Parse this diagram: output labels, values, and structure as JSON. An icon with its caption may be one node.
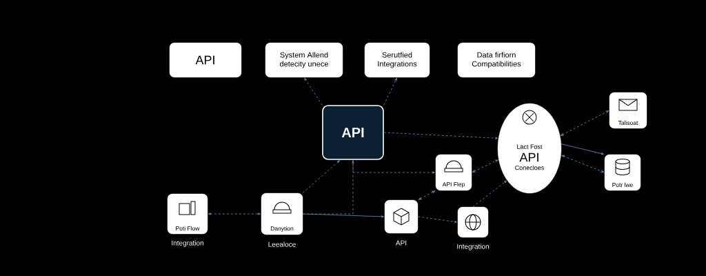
{
  "diagram": {
    "nodes": [
      {
        "text": [
          "API"
        ]
      },
      {
        "text": [
          "System Allend detecity unece"
        ]
      },
      {
        "text": [
          "Serutfied Integrations"
        ]
      },
      {
        "text": [
          "Data firfiorn Compatibilities"
        ]
      },
      {
        "text": [
          "API"
        ]
      },
      {
        "text": [
          "Poti Flow"
        ],
        "beside": [
          "Integration"
        ]
      },
      {
        "text": [
          "Danytion"
        ],
        "beside": [
          "Leealoce"
        ]
      },
      {
        "text": [],
        "shape": "box",
        "beside": [
          "API"
        ]
      },
      {
        "text": [
          "API Flep"
        ]
      },
      {
        "text": [],
        "shape": "box",
        "beside": [
          "Integration"
        ]
      },
      {
        "text": [
          "Lact Fost",
          "API",
          "Conecloes"
        ]
      },
      {
        "text": [
          "Talisoat"
        ]
      },
      {
        "text": [
          "Potr lwe"
        ]
      }
    ],
    "edges": [
      {
        "from": 4,
        "to": 1,
        "arrow": "to",
        "style": "dashed"
      },
      {
        "from": 4,
        "to": 2,
        "arrow": "to",
        "style": "dashed"
      },
      {
        "from": 5,
        "to": 6,
        "arrow": "both",
        "style": "dashed"
      },
      {
        "from": 6,
        "to": 4,
        "arrow": "to",
        "style": "dashed"
      },
      {
        "from": 6,
        "to": 7,
        "arrow": "to"
      },
      {
        "from": 6,
        "to": 4,
        "arrow": "to",
        "style": "dashed"
      },
      {
        "from": 4,
        "to": 8,
        "arrow": "to",
        "style": "dashed"
      },
      {
        "from": 4,
        "to": 10,
        "arrow": "to",
        "style": "dashed"
      },
      {
        "from": 7,
        "to": 8,
        "arrow": "both",
        "style": "dashed"
      },
      {
        "from": 8,
        "to": 10,
        "arrow": "both",
        "style": "dashed"
      },
      {
        "from": 7,
        "to": 9,
        "arrow": "to",
        "style": "dashed"
      },
      {
        "from": 9,
        "to": 10,
        "arrow": "to",
        "style": "dashed"
      },
      {
        "from": 10,
        "to": 11,
        "arrow": "both",
        "style": "dashed"
      },
      {
        "from": 10,
        "to": 12,
        "arrow": "to"
      },
      {
        "from": 10,
        "to": 12,
        "arrow": "both",
        "style": "dashed"
      }
    ]
  }
}
